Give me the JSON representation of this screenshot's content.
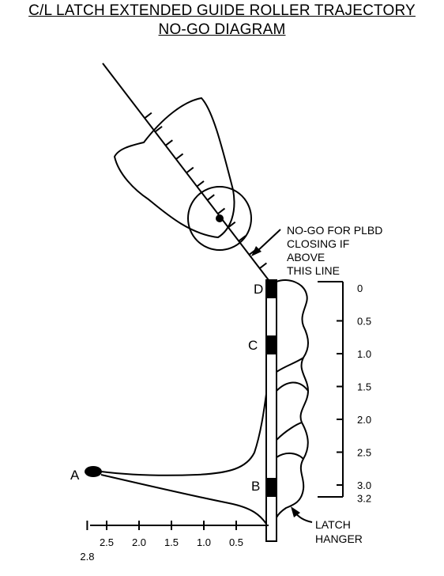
{
  "title": {
    "line1": "C/L LATCH EXTENDED GUIDE ROLLER TRAJECTORY",
    "line2": "NO-GO DIAGRAM"
  },
  "points": {
    "a": "A",
    "b": "B",
    "c": "C",
    "d": "D"
  },
  "annotations": {
    "nogo": [
      "NO-GO FOR PLBD",
      "CLOSING IF",
      "ABOVE",
      "THIS LINE"
    ],
    "latch": [
      "LATCH",
      "HANGER"
    ]
  },
  "vertical_scale": {
    "labels": [
      "0",
      "0.5",
      "1.0",
      "1.5",
      "2.0",
      "2.5",
      "3.0",
      "3.2"
    ],
    "values": [
      0,
      0.5,
      1.0,
      1.5,
      2.0,
      2.5,
      3.0,
      3.2
    ]
  },
  "horizontal_scale": {
    "labels": [
      "2.5",
      "2.0",
      "1.5",
      "1.0",
      "0.5"
    ],
    "extra_label": "2.8",
    "values": [
      2.5,
      2.0,
      1.5,
      1.0,
      0.5
    ],
    "max": 2.8
  }
}
